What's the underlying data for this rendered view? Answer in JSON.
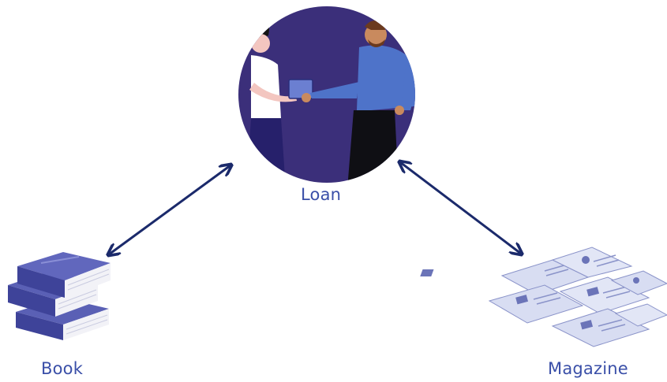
{
  "nodes": {
    "loan": {
      "label": "Loan",
      "icon": "loan-handover-icon"
    },
    "book": {
      "label": "Book",
      "icon": "book-stack-icon"
    },
    "magazine": {
      "label": "Magazine",
      "icon": "magazine-pile-icon"
    }
  },
  "relationships": [
    {
      "from": "book",
      "to": "loan",
      "direction": "bidirectional"
    },
    {
      "from": "loan",
      "to": "magazine",
      "direction": "bidirectional"
    }
  ],
  "colors": {
    "label": "#3a4fa8",
    "arrow": "#1b2a6b",
    "circle": "#3b2f7a",
    "book": "#4a4fa6",
    "magazine": "#d8ddf2"
  }
}
